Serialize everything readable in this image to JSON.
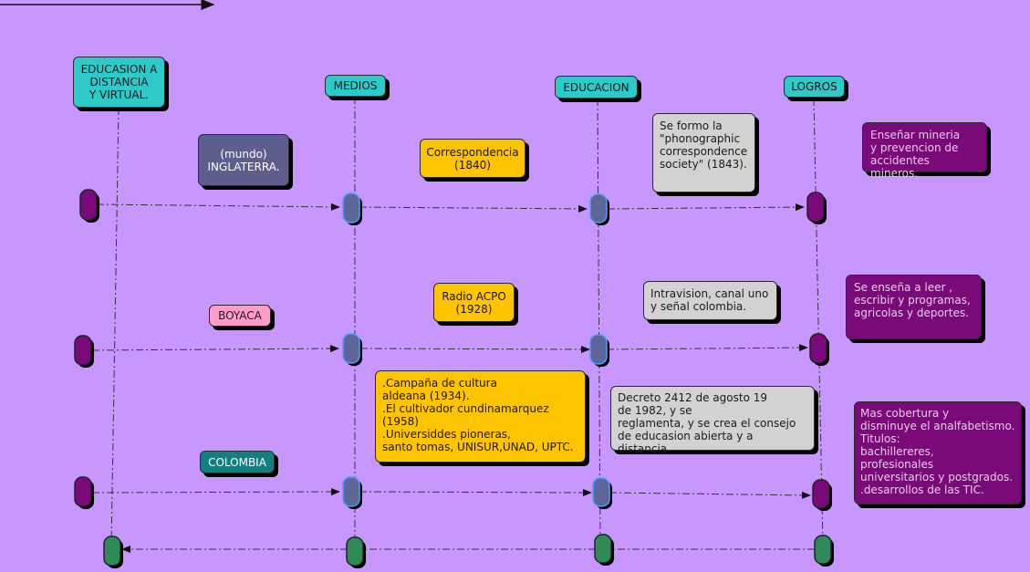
{
  "colors": {
    "background": "#c896ff",
    "header": "#2ec9c9",
    "pill_purple": "#7a0a7a",
    "pill_slate": "#5e6597",
    "pill_green": "#2e8b57",
    "pill_border": "#4aa0ff",
    "note_yellow": "#ffc400",
    "note_gray": "#d2d2d2",
    "note_purple": "#7a0a7a",
    "label_slate": "#5e5e8e",
    "label_pink": "#ff9cc8",
    "label_teal": "#108080"
  },
  "headers": {
    "educasion": "EDUCASION A\nDISTANCIA\nY VIRTUAL.",
    "medios": "MEDIOS",
    "educacion": "EDUCACION",
    "logros": "LOGROS"
  },
  "labels": {
    "inglaterra": "(mundo)\nINGLATERRA.",
    "boyaca": "BOYACA",
    "colombia": "COLOMBIA"
  },
  "medios": {
    "row1": "Correspondencia\n(1840)",
    "row2": "Radio ACPO\n(1928)",
    "row3": ".Campaña de cultura\naldeana (1934).\n.El cultivador cundinamarquez\n(1958)\n.Universiddes pioneras,\nsanto tomas, UNISUR,UNAD, UPTC."
  },
  "educacion": {
    "row1": "Se formo la\n\"phonographic\ncorrespondence\nsociety\" (1843).",
    "row2": "Intravision, canal uno\ny señal colombia.",
    "row3": "Decreto 2412 de agosto 19\nde 1982, y se\n reglamenta, y se crea el consejo\nde educasion abierta y a distancia."
  },
  "logros": {
    "row1": "Enseñar mineria\ny prevencion de\naccidentes mineros.",
    "row2": "Se enseña a leer ,\nescribir y programas,\nagricolas y deportes.",
    "row3": "  Mas cobertura y\ndisminuye el analfabetismo.\n  Titulos:\nbachillereres,\nprofesionales\nuniversitarios y postgrados.\n.desarrollos de las TIC."
  },
  "pills": [
    {
      "name": "row1-pill-educasion",
      "color": "purple"
    },
    {
      "name": "row1-pill-medios",
      "color": "slate"
    },
    {
      "name": "row1-pill-educacion",
      "color": "slate"
    },
    {
      "name": "row1-pill-logros",
      "color": "purple"
    },
    {
      "name": "row2-pill-educasion",
      "color": "purple"
    },
    {
      "name": "row2-pill-medios",
      "color": "slate"
    },
    {
      "name": "row2-pill-educacion",
      "color": "slate"
    },
    {
      "name": "row2-pill-logros",
      "color": "purple"
    },
    {
      "name": "row3-pill-educasion",
      "color": "purple"
    },
    {
      "name": "row3-pill-medios",
      "color": "slate"
    },
    {
      "name": "row3-pill-educacion",
      "color": "slate"
    },
    {
      "name": "row3-pill-logros",
      "color": "purple"
    },
    {
      "name": "return-pill-educasion",
      "color": "green"
    },
    {
      "name": "return-pill-medios",
      "color": "green"
    },
    {
      "name": "return-pill-educacion",
      "color": "green"
    },
    {
      "name": "return-pill-logros",
      "color": "green"
    }
  ]
}
